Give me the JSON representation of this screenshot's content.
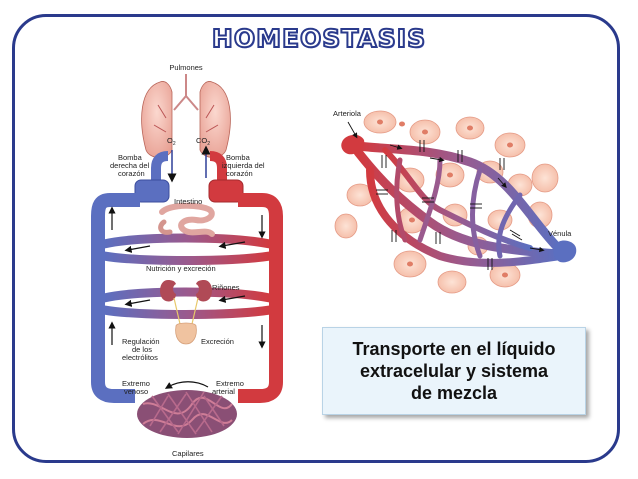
{
  "slide": {
    "title": "HOMEOSTASIS",
    "caption_lines": [
      "Transporte en el líquido",
      "extracelular y sistema",
      "de mezcla"
    ]
  },
  "circulation_diagram": {
    "labels": {
      "lungs": "Pulmones",
      "oxygen": "O",
      "oxygen_sub": "2",
      "co2": "CO",
      "co2_sub": "2",
      "right_pump_lines": [
        "Bomba",
        "derecha del",
        "corazón"
      ],
      "left_pump_lines": [
        "Bomba",
        "izquierda del",
        "corazón"
      ],
      "intestine": "Intestino",
      "nutrition": "Nutrición y excreción",
      "kidneys": "Riñones",
      "regulation_lines": [
        "Regulación",
        "de los",
        "electrólitos"
      ],
      "excretion": "Excreción",
      "venous_end_lines": [
        "Extremo",
        "venoso"
      ],
      "arterial_end_lines": [
        "Extremo",
        "arterial"
      ],
      "capillaries": "Capilares"
    }
  },
  "capillary_diagram": {
    "labels": {
      "arteriole": "Arteriola",
      "venule": "Vénula"
    }
  },
  "colors": {
    "frame": "#2a3a8c",
    "arterial_red": "#d23a3f",
    "venous_blue": "#5b6fc0",
    "caption_bg": "#eaf4fb"
  }
}
